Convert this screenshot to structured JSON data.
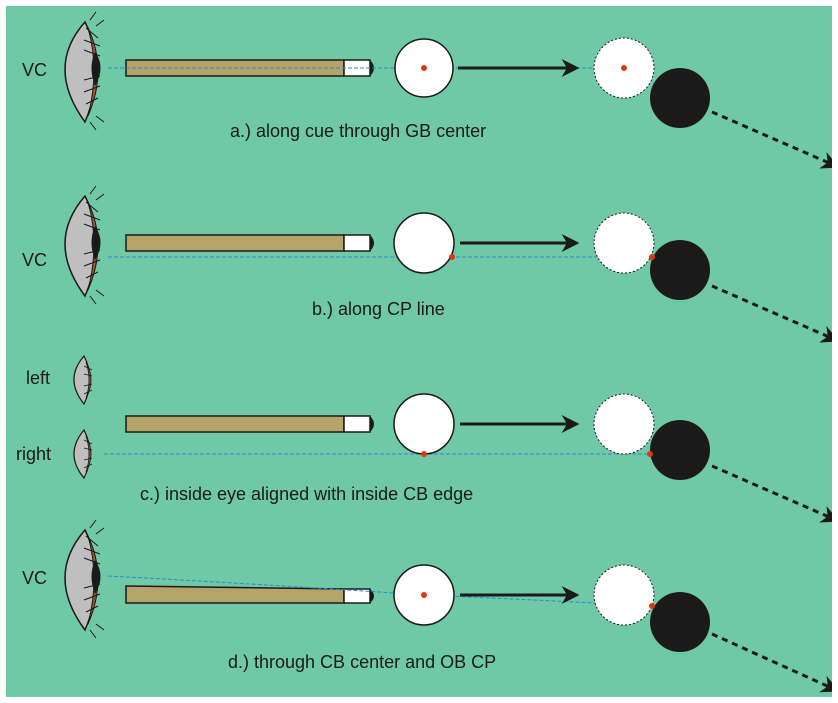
{
  "colors": {
    "background": "#6fc8a6",
    "cue": "#b5a46a",
    "ghost_ball": "#ffffff",
    "object_ball": "#1a1a1a",
    "aim_line": "#2a8ad0",
    "contact_point": "#d83a10",
    "eye_iris": "#a0522d",
    "eye_lid": "#bfbfbf"
  },
  "panels": [
    {
      "eye_label": "VC",
      "caption": "a.) along cue through GB center"
    },
    {
      "eye_label": "VC",
      "caption": "b.) along CP line"
    },
    {
      "eye_labels": [
        "left",
        "right"
      ],
      "caption": "c.) inside eye aligned with inside CB edge"
    },
    {
      "eye_label": "VC",
      "caption": "d.) through CB center and OB CP"
    }
  ]
}
